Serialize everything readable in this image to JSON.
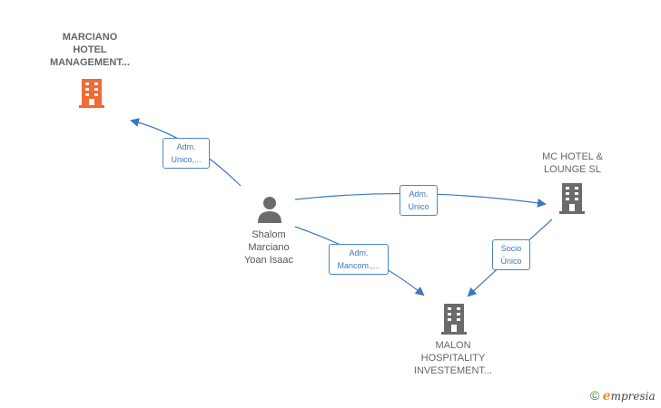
{
  "nodes": {
    "marciano": {
      "line1": "MARCIANO",
      "line2": "HOTEL",
      "line3": "MANAGEMENT...",
      "icon": "building-icon",
      "color": "#f26a35"
    },
    "mc_hotel": {
      "line1": "MC HOTEL &",
      "line2": "LOUNGE  SL",
      "icon": "building-icon",
      "color": "#6b6b6b"
    },
    "malon": {
      "line1": "MALON",
      "line2": "HOSPITALITY",
      "line3": "INVESTEMENT...",
      "icon": "building-icon",
      "color": "#6b6b6b"
    },
    "person": {
      "line1": "Shalom",
      "line2": "Marciano",
      "line3": "Yoan Isaac",
      "icon": "person-icon",
      "color": "#6b6b6b"
    }
  },
  "edges": {
    "to_marciano": {
      "line1": "Adm.",
      "line2": "Unico,..."
    },
    "to_mc": {
      "line1": "Adm.",
      "line2": "Unico"
    },
    "to_malon": {
      "line1": "Adm.",
      "line2": "Mancom.,..."
    },
    "mc_to_malon": {
      "line1": "Socio",
      "line2": "Único"
    }
  },
  "colors": {
    "edge": "#3a78c2"
  },
  "footer": {
    "copyright": "©",
    "brand_initial": "e",
    "brand_rest": "mpresia"
  }
}
